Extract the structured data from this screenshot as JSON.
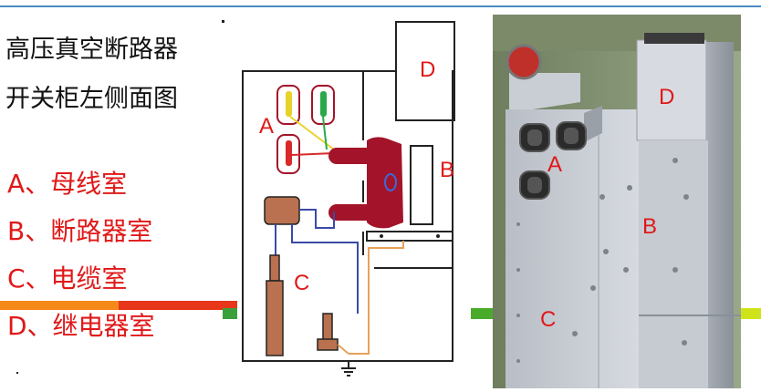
{
  "title": {
    "line1": "高压真空断路器",
    "line2": "开关柜左侧面图"
  },
  "legend": [
    {
      "label": "A、母线室"
    },
    {
      "label": "B、断路器室"
    },
    {
      "label": "C、电缆室"
    },
    {
      "label": "D、继电器室"
    }
  ],
  "diagram": {
    "labels": {
      "a": "A",
      "b": "B",
      "c": "C",
      "d": "D"
    }
  },
  "photo": {
    "labels": {
      "a": "A",
      "b": "B",
      "c": "C",
      "d": "D"
    }
  },
  "colors": {
    "accent_red": "#e01818",
    "breaker_maroon": "#a3142a",
    "copper": "#b9714f",
    "wire_blue": "#3a4aa8",
    "wire_orange": "#e8a05a",
    "bar_orange": "#f05a14",
    "bar_green": "#5aaa2a",
    "bar_yellow": "#d8e81a"
  }
}
